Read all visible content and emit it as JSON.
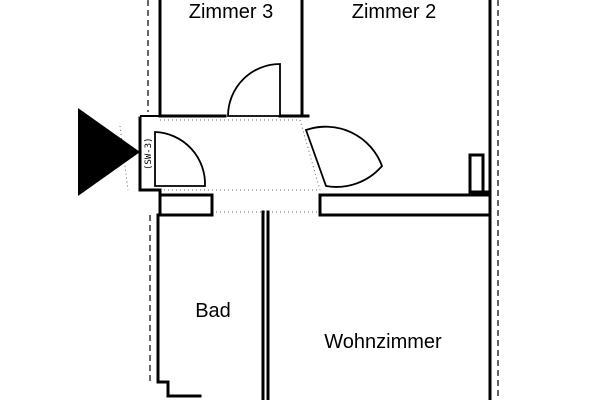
{
  "plan": {
    "rooms": [
      {
        "id": "zimmer-3",
        "label": "Zimmer 3"
      },
      {
        "id": "zimmer-2",
        "label": "Zimmer 2"
      },
      {
        "id": "bad",
        "label": "Bad"
      },
      {
        "id": "wohnzimmer",
        "label": "Wohnzimmer"
      }
    ],
    "entrance": {
      "tag": "(SW-3)",
      "icon": "entrance-arrow-icon"
    },
    "colors": {
      "lines": "#000000",
      "background": "#ffffff"
    }
  }
}
